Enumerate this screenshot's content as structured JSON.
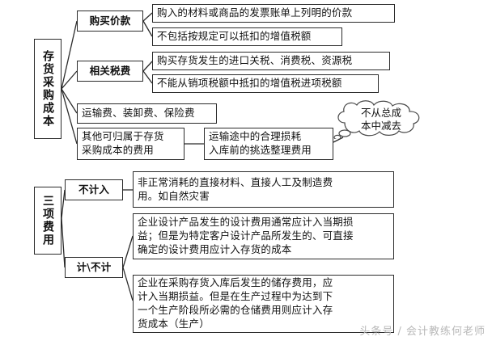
{
  "diagram": {
    "title_root_1": "存货采购成本",
    "title_root_2": "三项费用",
    "branch_labels": {
      "purchase_price": "购买价款",
      "related_taxes": "相关税费",
      "not_included": "不计入",
      "included_or_not": "计\\不计"
    },
    "boxes": {
      "b1": "购入的材料或商品的发票账单上列明的价款",
      "b2": "不包括按规定可以抵扣的增值税额",
      "b3": "购买存货发生的进口关税、消费税、资源税",
      "b4": "不能从销项税额中抵扣的增值税进项税额",
      "b5": "运输费、装卸费、保险费",
      "b6_line1": "其他可归属于存货",
      "b6_line2": "采购成本的费用",
      "b7_line1": "运输途中的合理损耗",
      "b7_line2": "入库前的挑选整理费用",
      "b8_line1": "非正常消耗的直接材料、直接人工及制造费",
      "b8_line2": "用。如自然灾害",
      "b9_line1": "企业设计产品发生的设计费用通常应计入当期损",
      "b9_line2": "益；但是为特定客户设计产品所发生的、可直接",
      "b9_line3": "确定的设计费用应计入存货的成本",
      "b10_line1": "企业在采购存货入库后发生的储存费用，应",
      "b10_line2": "计入当期损益。但是在生产过程中为达到下",
      "b10_line3": "一个生产阶段所必需的仓储费用则应计入存",
      "b10_line4": "货成本（生产）"
    },
    "cloud": {
      "line1": "不从总成",
      "line2": "本中减去"
    },
    "watermark": "头条号 / 会计教练何老师",
    "colors": {
      "stroke": "#2b2b2b",
      "text": "#111111",
      "background": "#ffffff",
      "watermark": "#b9b9b9"
    }
  }
}
